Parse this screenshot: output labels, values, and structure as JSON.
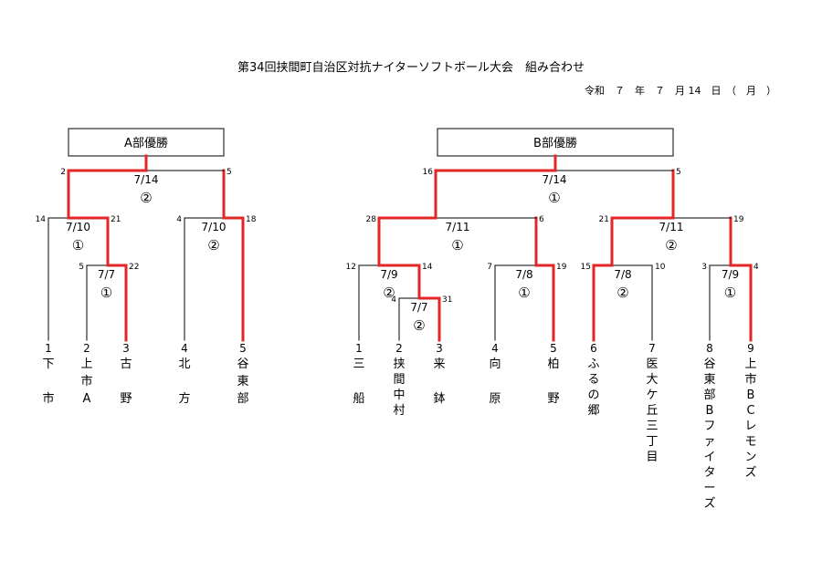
{
  "title": "第34回挟間町自治区対抗ナイターソフトボール大会　組み合わせ",
  "date": "令和　７　年　７　月 14　日　（　月　）",
  "colors": {
    "winner": "#e32626",
    "line": "#000000"
  },
  "bracket_a": {
    "label": "A部優勝",
    "teams": [
      {
        "num": "1",
        "name": "下市",
        "chars": [
          "下",
          "",
          "市"
        ]
      },
      {
        "num": "2",
        "name": "上市A",
        "chars": [
          "上",
          "市",
          "A"
        ]
      },
      {
        "num": "3",
        "name": "古野",
        "chars": [
          "古",
          "",
          "野"
        ]
      },
      {
        "num": "4",
        "name": "北方",
        "chars": [
          "北",
          "",
          "方"
        ]
      },
      {
        "num": "5",
        "name": "谷東部",
        "chars": [
          "谷",
          "東",
          "部"
        ]
      }
    ],
    "matches": [
      {
        "date": "7/7",
        "round": "①",
        "score_left": "5",
        "score_right": "22"
      },
      {
        "date": "7/10",
        "round": "①",
        "score_left": "14",
        "score_right": "21"
      },
      {
        "date": "7/10",
        "round": "②",
        "score_left": "4",
        "score_right": "18"
      },
      {
        "date": "7/14",
        "round": "②",
        "score_left": "2",
        "score_right": "5"
      }
    ]
  },
  "bracket_b": {
    "label": "B部優勝",
    "teams": [
      {
        "num": "1",
        "name": "三船",
        "chars": [
          "三",
          "",
          "船"
        ]
      },
      {
        "num": "2",
        "name": "挟間中村",
        "chars": [
          "挟",
          "間",
          "中",
          "村"
        ]
      },
      {
        "num": "3",
        "name": "来鉢",
        "chars": [
          "来",
          "",
          "鉢"
        ]
      },
      {
        "num": "4",
        "name": "向原",
        "chars": [
          "向",
          "",
          "原"
        ]
      },
      {
        "num": "5",
        "name": "柏野",
        "chars": [
          "柏",
          "",
          "野"
        ]
      },
      {
        "num": "6",
        "name": "ふるの郷",
        "chars": [
          "ふ",
          "る",
          "の",
          "郷"
        ]
      },
      {
        "num": "7",
        "name": "医大ケ丘三丁目",
        "chars": [
          "医",
          "大",
          "ケ",
          "丘",
          "三",
          "丁",
          "目"
        ]
      },
      {
        "num": "8",
        "name": "谷東部Bファイターズ",
        "chars": [
          "谷",
          "東",
          "部",
          "B",
          "フ",
          "ァ",
          "イ",
          "タ",
          "ー",
          "ズ"
        ]
      },
      {
        "num": "9",
        "name": "上市BCレモンズ",
        "chars": [
          "上",
          "市",
          "B",
          "C",
          "レ",
          "モ",
          "ン",
          "ズ"
        ]
      }
    ],
    "matches": [
      {
        "date": "7/7",
        "round": "②",
        "score_left": "4",
        "score_right": "31"
      },
      {
        "date": "7/9",
        "round": "②",
        "score_left": "12",
        "score_right": "14"
      },
      {
        "date": "7/8",
        "round": "①",
        "score_left": "7",
        "score_right": "19"
      },
      {
        "date": "7/8",
        "round": "②",
        "score_left": "15",
        "score_right": "10"
      },
      {
        "date": "7/9",
        "round": "①",
        "score_left": "3",
        "score_right": "4"
      },
      {
        "date": "7/11",
        "round": "①",
        "score_left": "28",
        "score_right": "6"
      },
      {
        "date": "7/11",
        "round": "②",
        "score_left": "21",
        "score_right": "19"
      },
      {
        "date": "7/14",
        "round": "①",
        "score_left": "16",
        "score_right": "5"
      }
    ]
  }
}
